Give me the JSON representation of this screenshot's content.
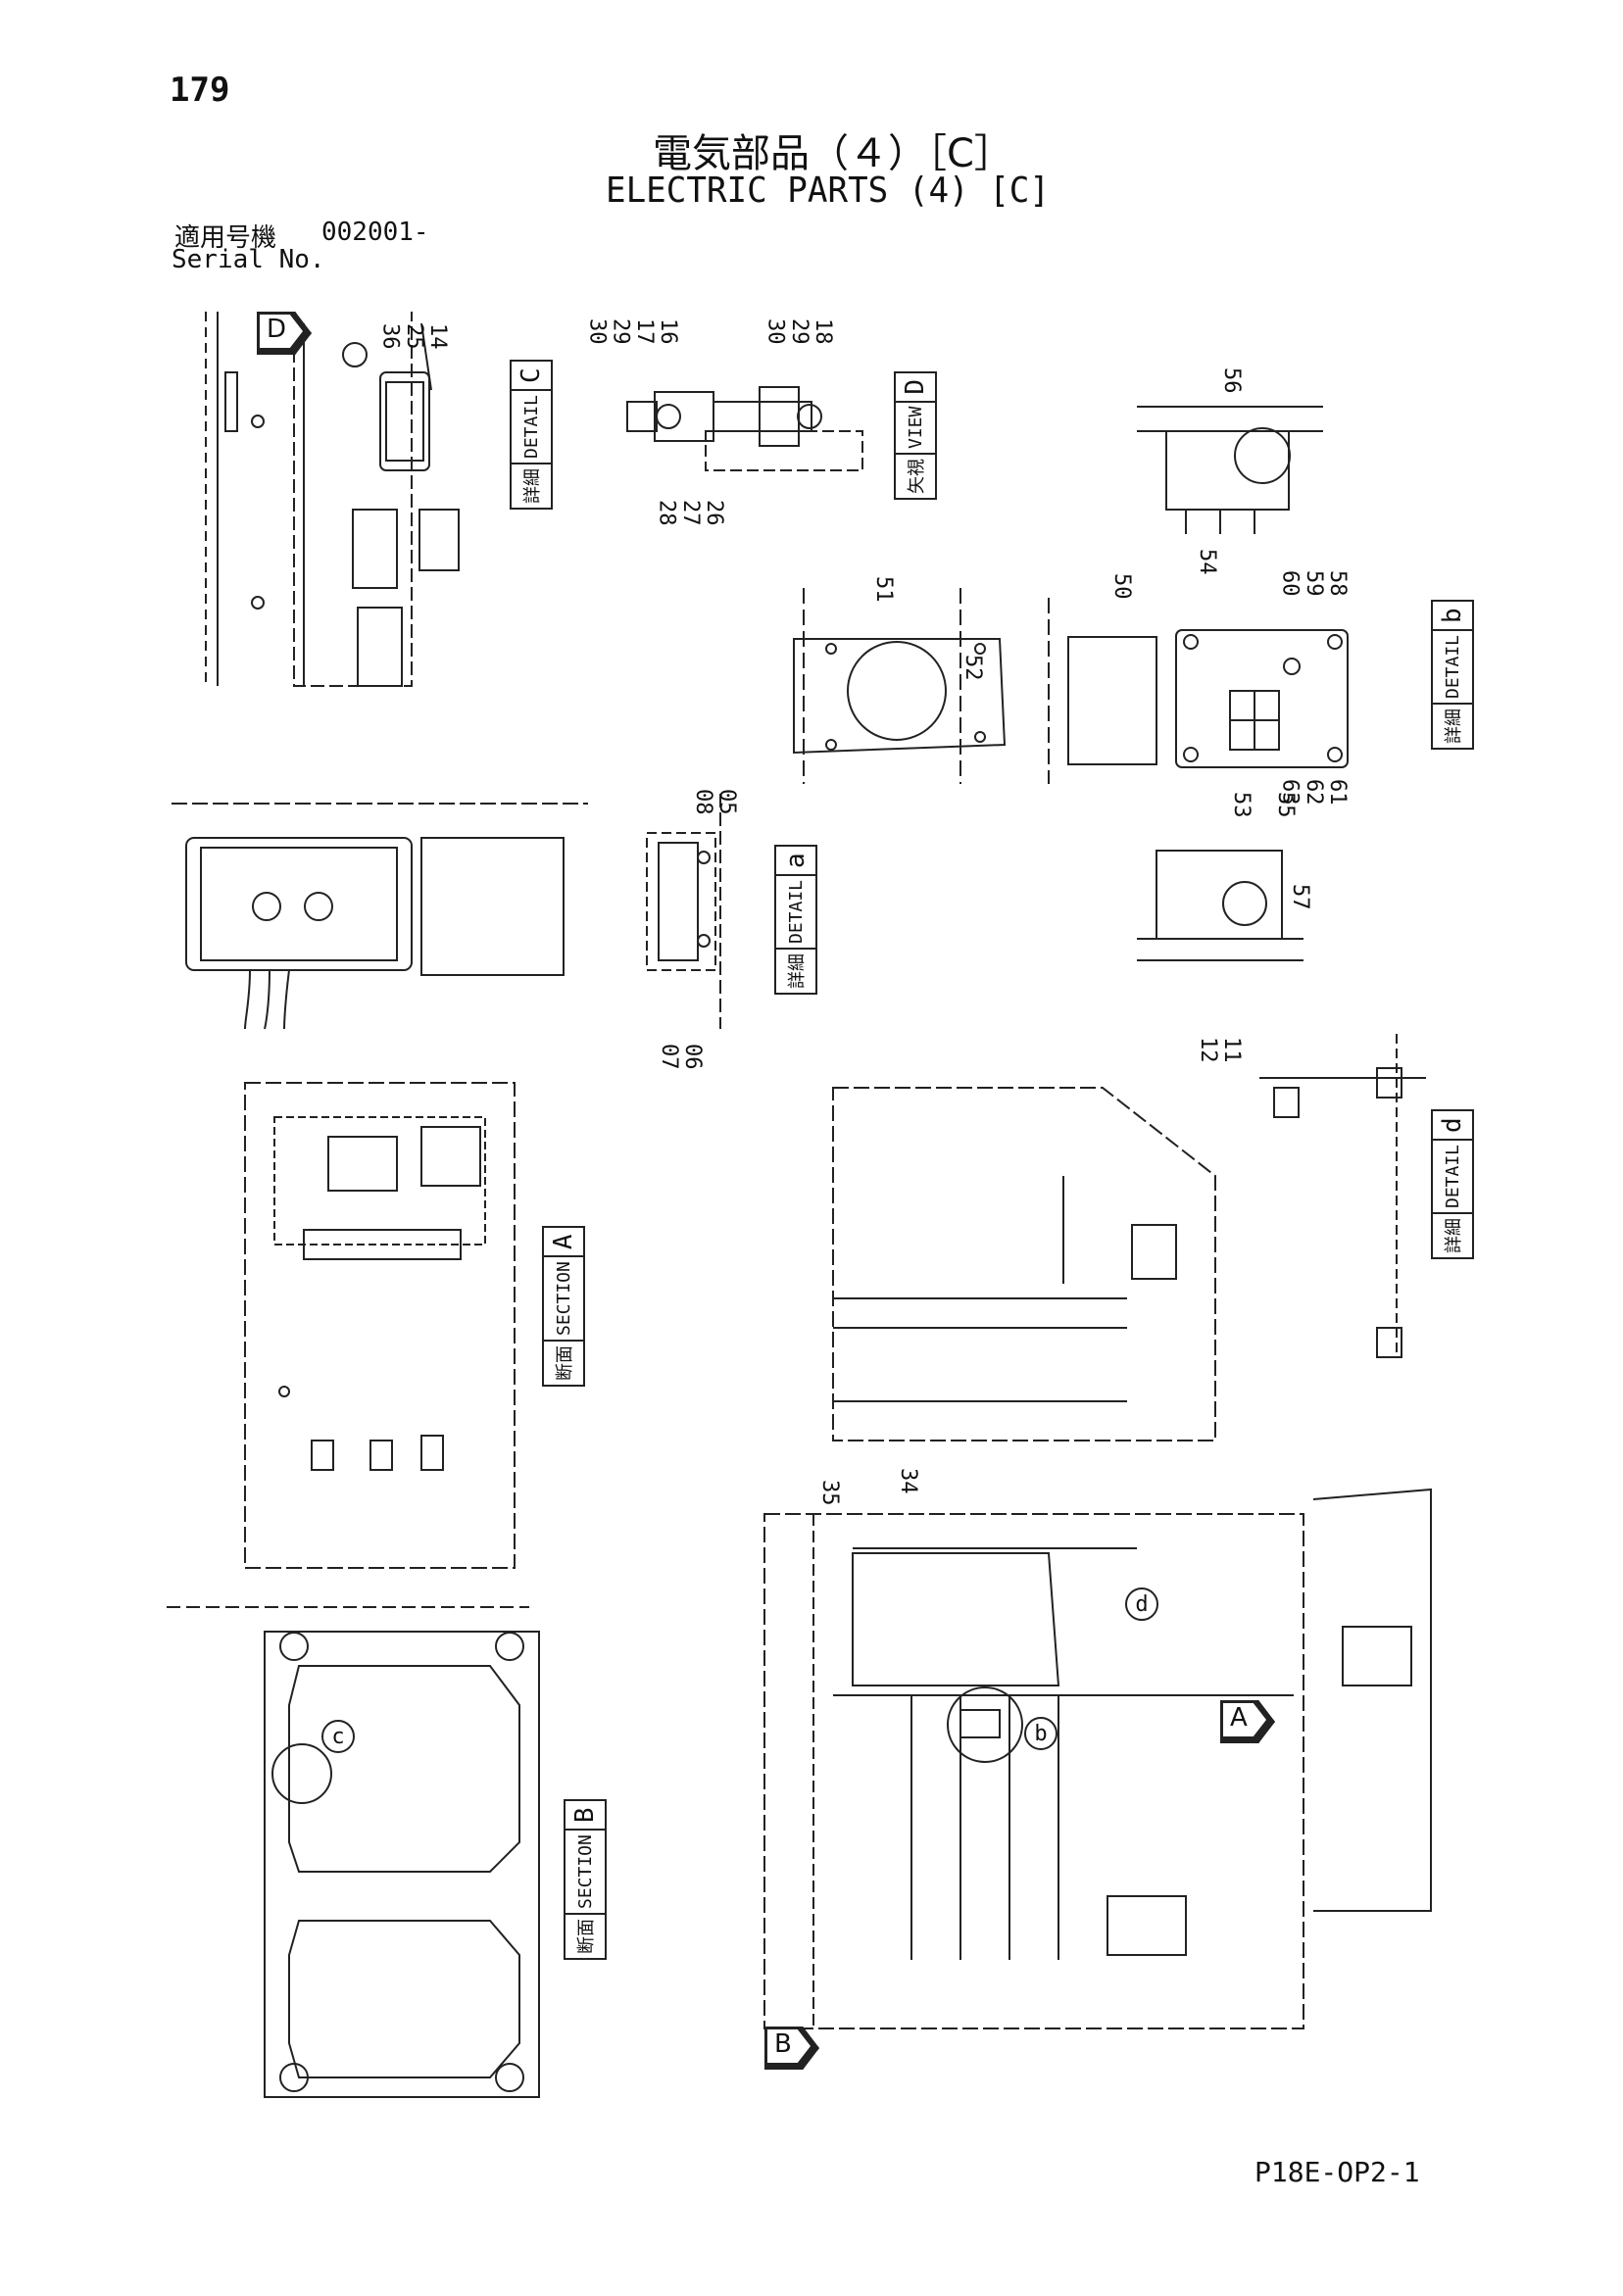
{
  "header": {
    "page_number": "179",
    "title_jp": "電気部品（４）［C］",
    "title_en": "ELECTRIC PARTS (4) [C]",
    "serial_label_jp": "適用号機",
    "serial_number": "002001-",
    "serial_label_en": "Serial No."
  },
  "footer": {
    "code": "P18E-OP2-1"
  },
  "callouts": {
    "c1": "14\n25\n36",
    "c2": "16\n17\n29\n30",
    "c3": "18\n29\n30",
    "c4": "26\n27\n28",
    "c5": "56",
    "c6": "51",
    "c7": "52",
    "c8": "50",
    "c9": "54",
    "c10": "58\n59\n60",
    "c11": "53",
    "c12": "55",
    "c13": "61\n62\n63",
    "c14": "05\n08",
    "c15": "06\n07",
    "c16": "57",
    "c17": "11\n12",
    "c18": "35",
    "c19": "34"
  },
  "tags": {
    "detail_c": {
      "jp": "詳細",
      "en": "DETAIL",
      "letter": "C"
    },
    "view_d": {
      "jp": "矢視",
      "en": "VIEW",
      "letter": "D"
    },
    "detail_b": {
      "jp": "詳細",
      "en": "DETAIL",
      "letter": "b"
    },
    "detail_a": {
      "jp": "詳細",
      "en": "DETAIL",
      "letter": "a"
    },
    "detail_d": {
      "jp": "詳細",
      "en": "DETAIL",
      "letter": "d"
    },
    "section_a": {
      "jp": "断面",
      "en": "SECTION",
      "letter": "A"
    },
    "section_b": {
      "jp": "断面",
      "en": "SECTION",
      "letter": "B"
    }
  },
  "markers": {
    "arrow_d": "D",
    "arrow_a": "A",
    "arrow_b": "B",
    "circle_c": "c",
    "circle_b": "b",
    "circle_d": "d"
  }
}
